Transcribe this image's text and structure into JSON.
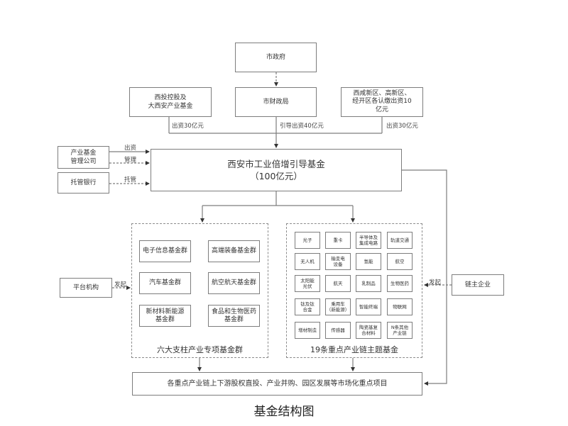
{
  "title": "基金结构图",
  "top": {
    "city_government": "市政府",
    "finance_bureau": "市财政局",
    "left_investor": [
      "西投控股及",
      "大西安产业基金"
    ],
    "right_investor": [
      "西咸新区、高新区、",
      "经开区各认缴出资10",
      "亿元"
    ],
    "left_contribution": "出资30亿元",
    "center_contribution": "引导出资40亿元",
    "right_contribution": "出资30亿元"
  },
  "main_fund": {
    "name": "西安市工业倍增引导基金",
    "amount": "（100亿元）"
  },
  "side_left": {
    "manager": [
      "产业基金",
      "管理公司"
    ],
    "manager_edge_invest": "出资",
    "manager_edge_manage": "管理",
    "custodian": "托管银行",
    "custodian_edge": "托管",
    "platform": "平台机构",
    "platform_edge": "发起"
  },
  "side_right": {
    "chain_leader": "链主企业",
    "chain_leader_edge": "发起"
  },
  "pillar_group": {
    "title": "六大支柱产业专项基金群",
    "items": [
      [
        "电子信息基金群"
      ],
      [
        "高端装备基金群"
      ],
      [
        "汽车基金群"
      ],
      [
        "航空航天基金群"
      ],
      [
        "新材料新能源",
        "基金群"
      ],
      [
        "食品和生物医药",
        "基金群"
      ]
    ]
  },
  "chain_group": {
    "title": "19条重点产业链主题基金",
    "items": [
      [
        "光子"
      ],
      [
        "重卡"
      ],
      [
        "半导体及",
        "集成电路"
      ],
      [
        "轨道交通"
      ],
      [
        "无人机"
      ],
      [
        "输变电",
        "设备"
      ],
      [
        "氢能"
      ],
      [
        "航空"
      ],
      [
        "太阳能",
        "光伏"
      ],
      [
        "航天"
      ],
      [
        "乳制品"
      ],
      [
        "生物医药"
      ],
      [
        "钛及钛",
        "合金"
      ],
      [
        "乘用车",
        "（新能源）"
      ],
      [
        "智能终端"
      ],
      [
        "物联网"
      ],
      [
        "增材制造"
      ],
      [
        "传感器"
      ],
      [
        "陶瓷基复",
        "合材料"
      ],
      [
        "N条其他",
        "产业链"
      ]
    ]
  },
  "bottom": {
    "projects": "各重点产业链上下游股权直投、产业并购、园区发展等市场化重点项目"
  }
}
